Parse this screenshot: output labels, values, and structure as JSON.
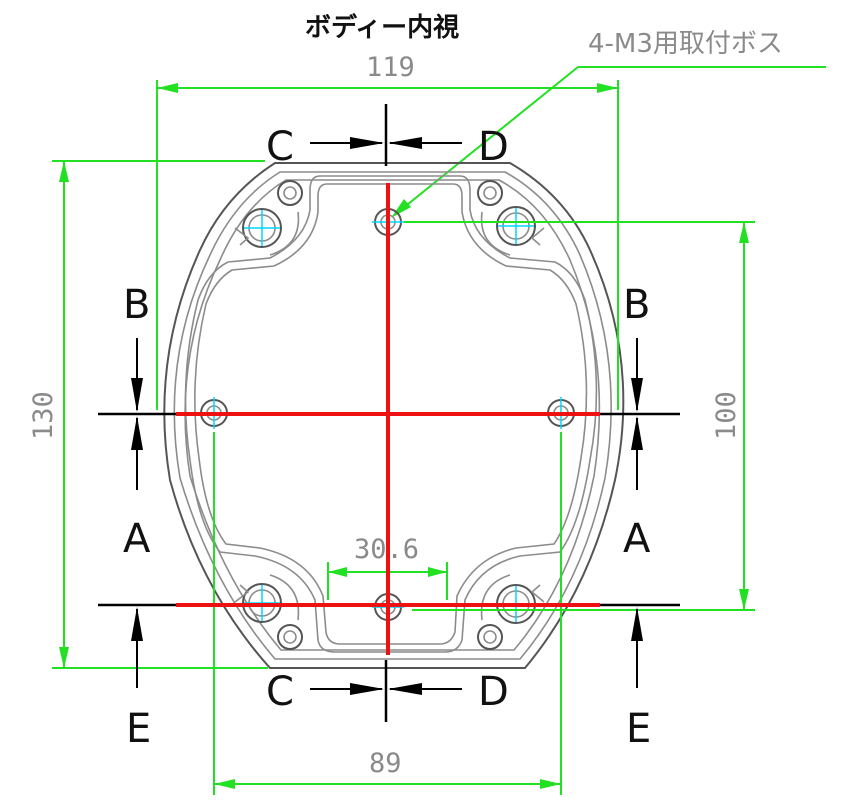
{
  "title": "ボディー内視",
  "boss_note": "4-M3用取付ボス",
  "dimensions": {
    "overall_width": "119",
    "overall_height": "130",
    "hole_pitch_vertical": "100",
    "hole_pitch_horizontal": "89",
    "boss_spacing": "30.6"
  },
  "section_labels": {
    "c": "C",
    "d": "D",
    "b": "B",
    "a": "A",
    "e": "E"
  },
  "colors": {
    "dimension": "#22e022",
    "section_line": "#ee1111",
    "center_mark": "#00d5ff",
    "outline": "#555555"
  }
}
